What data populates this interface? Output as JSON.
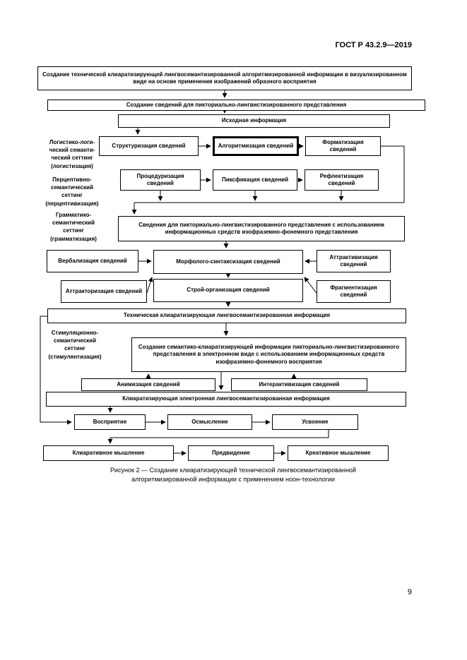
{
  "page": {
    "header": "ГОСТ Р 43.2.9—2019",
    "page_number": "9",
    "figure_caption": "Рисунок 2 — Создание клиаратизирующей технической лингвосемантизированной\nалгоритмизированной информации с применением ноон-технологии"
  },
  "diagram": {
    "side_labels": {
      "logistic": "Логистико-логи-\nческий семанти-\nческий сеттинг\n(логистизация)",
      "perceptive": "Перцептивно-\nсемантический\nсеттинг\n(перцептивизация)",
      "grammatic": "Грамматико-\nсемантический\nсеттинг\n(грамматизация)",
      "stimulation": "Стимуляционно-\nсемантический\nсеттинг\n(стимулянтизация)"
    },
    "boxes": {
      "create_visual": "Создание технической клиаратизирующей лингвосемантизированной алгоритмизированной информации в визуализированном виде на основе применения изображений образного восприятия",
      "create_pictorial": "Создание сведений для пикториально-лингвистизированного представления",
      "source_info": "Исходная информация",
      "structurization": "Структуризация сведений",
      "algorithmization": "Алгоритмизация сведений",
      "formatization": "Форматизация сведений",
      "procedurization": "Процедуризация сведений",
      "pixfixation": "Пиксфикация сведений",
      "reflectization": "Рефлектизация сведений",
      "info_for_pictorial": "Сведения для пикториально-лингвистизированного представления с использованием информационных средств изофраземно-фонемного представления",
      "verbalization": "Вербализация сведений",
      "morpho_syntax": "Морфолого-синтаксизация сведений",
      "attractivization": "Аттрактивизация сведений",
      "attractorization": "Аттракторизация сведений",
      "stroy_org": "Строй-организация сведений",
      "fragmentization": "Фрагментизация сведений",
      "tech_info": "Техническая клиаратизирующая лингвосемантизированная информация",
      "create_semantic": "Создание семантико-клиаратизирующей информации пикториально-лингвистизированного представления в электронном виде с использованием информационных средств изофраземно-фонемного восприятия",
      "animization": "Анимизация сведений",
      "interactivization": "Интерактивизация сведений",
      "cleara_info": "Клиаратизирующая электронная лингвосемантизированная информация",
      "perception": "Восприятие",
      "comprehension": "Осмысление",
      "assimilation": "Усвоение",
      "clearative_thinking": "Клиаративное мышление",
      "prevision": "Предвидение",
      "creative_thinking": "Креативное мышление"
    }
  }
}
